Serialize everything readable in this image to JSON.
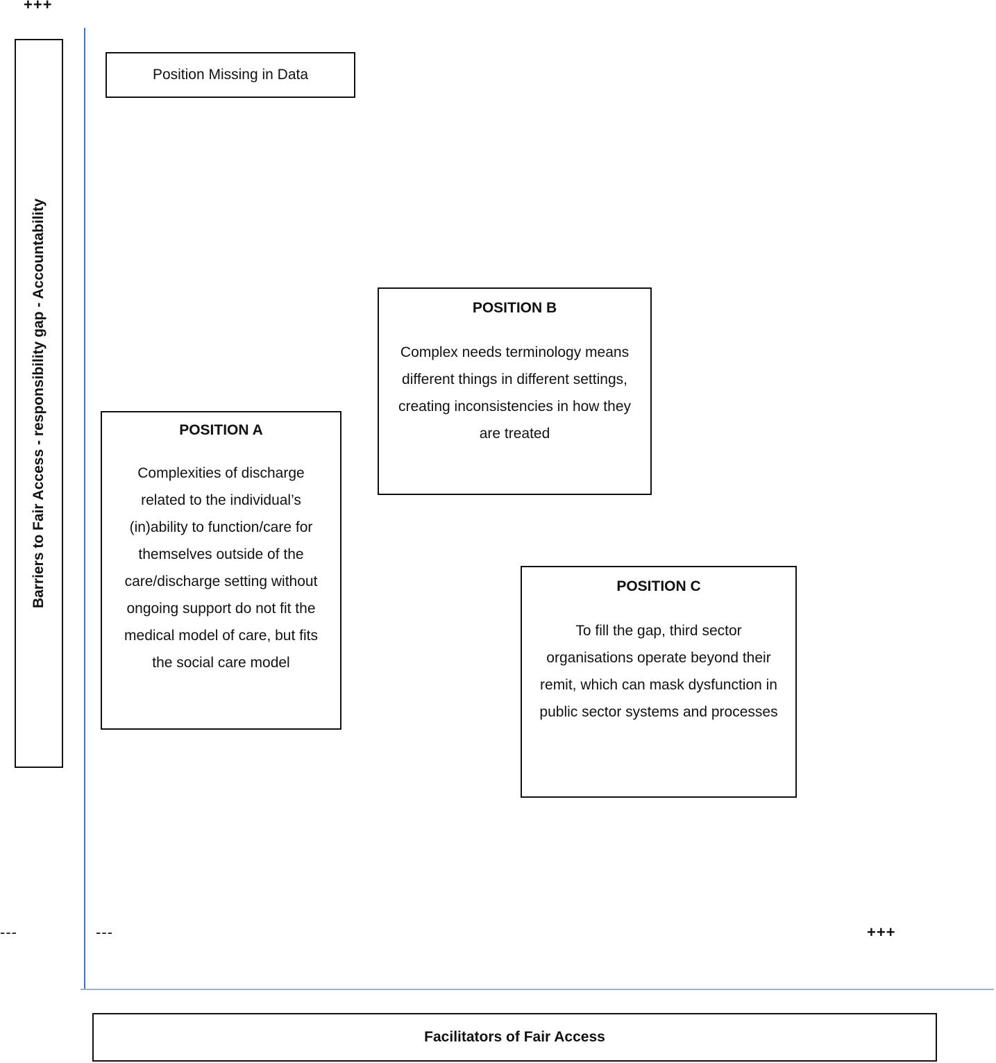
{
  "axes": {
    "y_label": "Barriers to Fair Access - responsibility gap - Accountability",
    "x_label": "Facilitators of Fair Access",
    "y_high_marker": "+++",
    "y_low_marker": "---",
    "x_low_marker": "---",
    "x_high_marker": "+++"
  },
  "missing": {
    "label": "Position Missing in Data"
  },
  "positions": [
    {
      "title": "POSITION A",
      "text": "Complexities of discharge related to the individual’s (in)ability to function/care for themselves outside of the care/discharge setting without ongoing support do not fit the medical model of care, but fits the social care model"
    },
    {
      "title": "POSITION B",
      "text": "Complex needs terminology means different things in different settings, creating inconsistencies in how they are treated"
    },
    {
      "title": "POSITION C",
      "text": "To fill the gap, third sector organisations operate beyond their remit, which can mask dysfunction in public sector systems and processes"
    }
  ],
  "colors": {
    "axis_line": "#4a6fa5",
    "box_border": "#111111"
  }
}
